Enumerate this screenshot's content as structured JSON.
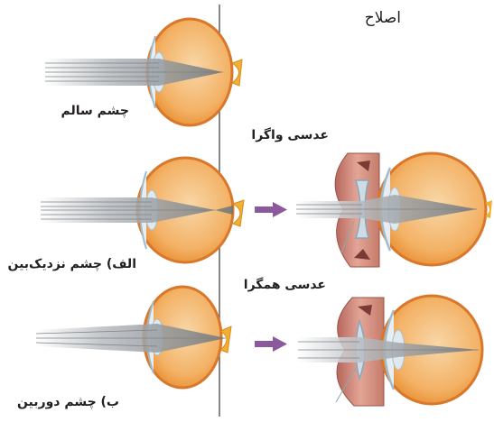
{
  "title_correction": "اصلاح",
  "labels": {
    "healthy_eye": "چشم سالم",
    "myopic_eye": "الف) چشم نزدیک‌بین",
    "hyperopic_eye": "ب) چشم دوربین",
    "diverging_lens": "عدسی واگرا",
    "converging_lens": "عدسی همگرا"
  },
  "colors": {
    "eye_outer": "#f2a23a",
    "eye_inner": "#f6c28a",
    "retina": "#e8883a",
    "cornea": "#c9dde8",
    "lens": "#dfe9ef",
    "light_rays": "#9da3a8",
    "arrow": "#8b5a9c",
    "vertical_line": "#555555",
    "flesh": "#d98a7a",
    "flesh_dark": "#a85a50",
    "nerve": "#f0b030"
  }
}
